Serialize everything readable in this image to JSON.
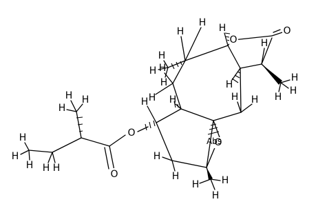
{
  "structure": {
    "labels": {
      "O": "O",
      "H": "H",
      "abs": "Abs"
    }
  },
  "colors": {
    "bond": "#000000",
    "background": "#ffffff"
  }
}
